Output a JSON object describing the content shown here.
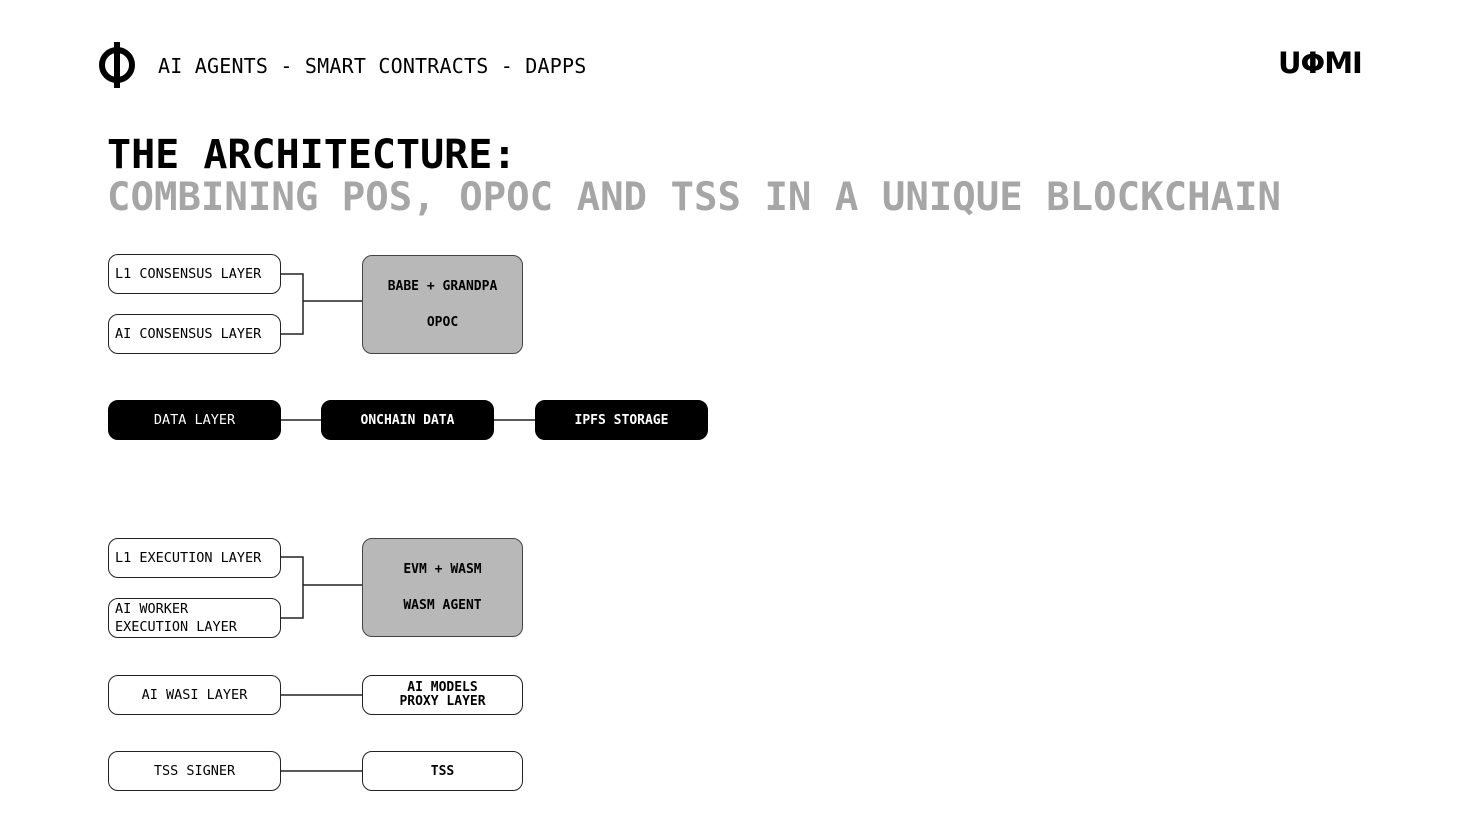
{
  "header": {
    "tagline": "AI AGENTS - SMART CONTRACTS - DAPPS",
    "brand_logo": "UΦMI",
    "logo_icon": "phi-icon"
  },
  "title": {
    "line1": "THE ARCHITECTURE:",
    "line2": "COMBINING POS, OPOC AND TSS IN A UNIQUE BLOCKCHAIN"
  },
  "consensus": {
    "l1": "L1 CONSENSUS LAYER",
    "ai": "AI CONSENSUS LAYER",
    "impl": [
      "BABE + GRANDPA",
      "OPOC"
    ]
  },
  "data": {
    "layer": "DATA LAYER",
    "onchain": "ONCHAIN DATA",
    "ipfs": "IPFS STORAGE"
  },
  "execution": {
    "l1": "L1 EXECUTION LAYER",
    "ai_worker": "AI WORKER EXECUTION LAYER",
    "impl": [
      "EVM + WASM",
      "WASM AGENT"
    ]
  },
  "wasi": {
    "layer": "AI WASI LAYER",
    "target": "AI MODELS PROXY LAYER"
  },
  "tss": {
    "layer": "TSS SIGNER",
    "target": "TSS"
  },
  "colors": {
    "gray_box": "#b8b8b8",
    "subtitle": "#a6a6a6",
    "black": "#000000"
  }
}
